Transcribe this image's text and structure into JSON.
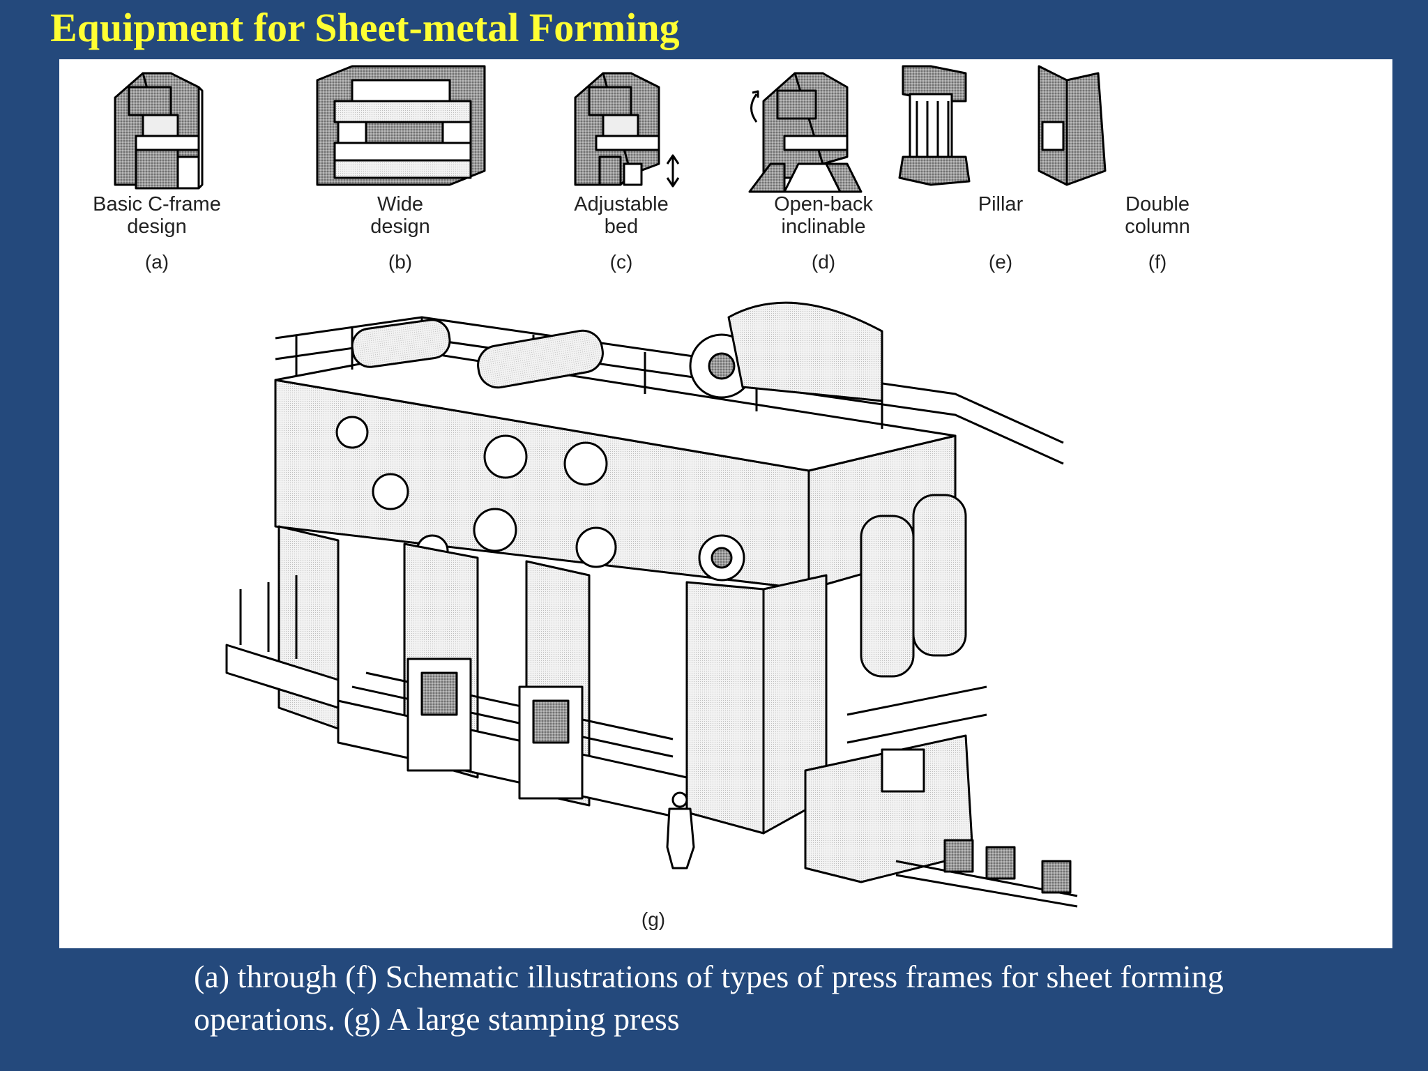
{
  "slide": {
    "title": "Equipment for Sheet-metal Forming",
    "caption": "(a) through (f) Schematic illustrations of types of press frames for sheet forming operations. (g) A large stamping press",
    "colors": {
      "background": "#24497c",
      "title": "#ffff33",
      "caption": "#ffffff",
      "panel": "#ffffff"
    }
  },
  "figure": {
    "frames": [
      {
        "label": "Basic C-frame\ndesign",
        "tag": "(a)",
        "icon": "c-frame-press-icon"
      },
      {
        "label": "Wide\ndesign",
        "tag": "(b)",
        "icon": "wide-press-icon"
      },
      {
        "label": "Adjustable\nbed",
        "tag": "(c)",
        "icon": "adjustable-bed-press-icon"
      },
      {
        "label": "Open-back\ninclinable",
        "tag": "(d)",
        "icon": "open-back-inclinable-press-icon"
      },
      {
        "label": "Pillar",
        "tag": "(e)",
        "icon": "pillar-press-icon"
      },
      {
        "label": "Double\ncolumn",
        "tag": "(f)",
        "icon": "double-column-press-icon"
      }
    ],
    "stamping_press": {
      "tag": "(g)",
      "icon": "large-stamping-press-illustration"
    }
  }
}
